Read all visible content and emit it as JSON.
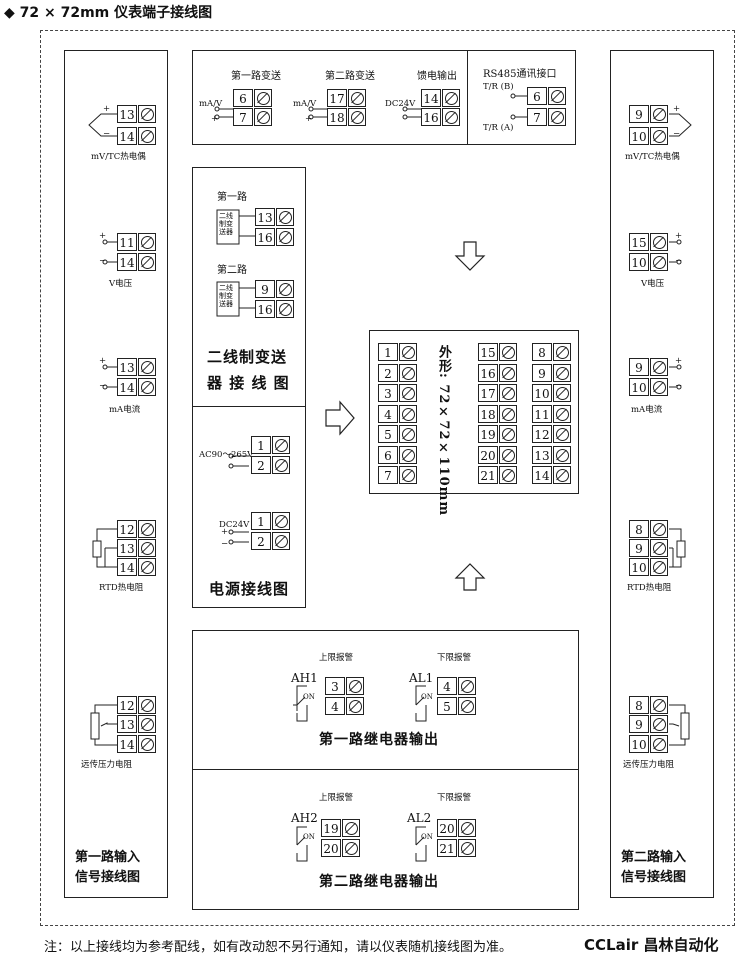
{
  "header": {
    "title": "◆ 72 × 72mm 仪表端子接线图"
  },
  "left_panel": {
    "sections": [
      {
        "terminals": [
          "13",
          "14"
        ],
        "label": "mV/TC热电偶"
      },
      {
        "terminals": [
          "11",
          "14"
        ],
        "label": "V电压"
      },
      {
        "terminals": [
          "13",
          "14"
        ],
        "label": "mA电流"
      },
      {
        "terminals": [
          "12",
          "13",
          "14"
        ],
        "label": "RTD热电阻"
      },
      {
        "terminals": [
          "12",
          "13",
          "14"
        ],
        "label": "远传压力电阻"
      }
    ],
    "footer_line1": "第一路输入",
    "footer_line2": "信号接线图"
  },
  "right_panel": {
    "sections": [
      {
        "terminals": [
          "9",
          "10"
        ],
        "label": "mV/TC热电偶"
      },
      {
        "terminals": [
          "15",
          "10"
        ],
        "label": "V电压"
      },
      {
        "terminals": [
          "9",
          "10"
        ],
        "label": "mA电流"
      },
      {
        "terminals": [
          "8",
          "9",
          "10"
        ],
        "label": "RTD热电阻"
      },
      {
        "terminals": [
          "8",
          "9",
          "10"
        ],
        "label": "远传压力电阻"
      }
    ],
    "footer_line1": "第二路输入",
    "footer_line2": "信号接线图"
  },
  "top_box": {
    "ch1": {
      "title": "第一路变送",
      "unit": "mA/V",
      "terminals": [
        "6",
        "7"
      ]
    },
    "ch2": {
      "title": "第二路变送",
      "unit": "mA/V",
      "terminals": [
        "17",
        "18"
      ]
    },
    "feed": {
      "title": "馈电输出",
      "unit": "DC24V",
      "terminals": [
        "14",
        "16"
      ]
    },
    "rs485": {
      "title": "RS485通讯接口",
      "tb": "T/R (B)",
      "ta": "T/R (A)",
      "terminals": [
        "6",
        "7"
      ]
    }
  },
  "two_wire": {
    "ch1_title": "第一路",
    "ch1_terminals": [
      "13",
      "16"
    ],
    "ch2_title": "第二路",
    "ch2_terminals": [
      "9",
      "16"
    ],
    "device_label": "二线制变送器",
    "title1": "二线制变送",
    "title2": "器 接 线 图"
  },
  "power": {
    "ac_label": "AC90～265V",
    "ac_terminals": [
      "1",
      "2"
    ],
    "dc_label": "DC24V",
    "dc_terminals": [
      "1",
      "2"
    ],
    "title": "电源接线图"
  },
  "center": {
    "col1": [
      "1",
      "2",
      "3",
      "4",
      "5",
      "6",
      "7"
    ],
    "col2": [
      "15",
      "16",
      "17",
      "18",
      "19",
      "20",
      "21"
    ],
    "col3": [
      "8",
      "9",
      "10",
      "11",
      "12",
      "13",
      "14"
    ],
    "size_label": "外形: 72×72×110mm"
  },
  "relay1": {
    "upper_title": "上限报警",
    "lower_title": "下限报警",
    "ah": "AH1",
    "al": "AL1",
    "on": "ON",
    "ah_terminals": [
      "3",
      "4"
    ],
    "al_terminals": [
      "4",
      "5"
    ],
    "title": "第一路继电器输出"
  },
  "relay2": {
    "upper_title": "上限报警",
    "lower_title": "下限报警",
    "ah": "AH2",
    "al": "AL2",
    "on": "ON",
    "ah_terminals": [
      "19",
      "20"
    ],
    "al_terminals": [
      "20",
      "21"
    ],
    "title": "第二路继电器输出"
  },
  "footer": {
    "note": "注：以上接线均为参考配线，如有改动恕不另行通知，请以仪表随机接线图为准。",
    "logo": "CCLair 昌林自动化"
  },
  "symbols": {
    "plus": "+",
    "minus": "−"
  }
}
